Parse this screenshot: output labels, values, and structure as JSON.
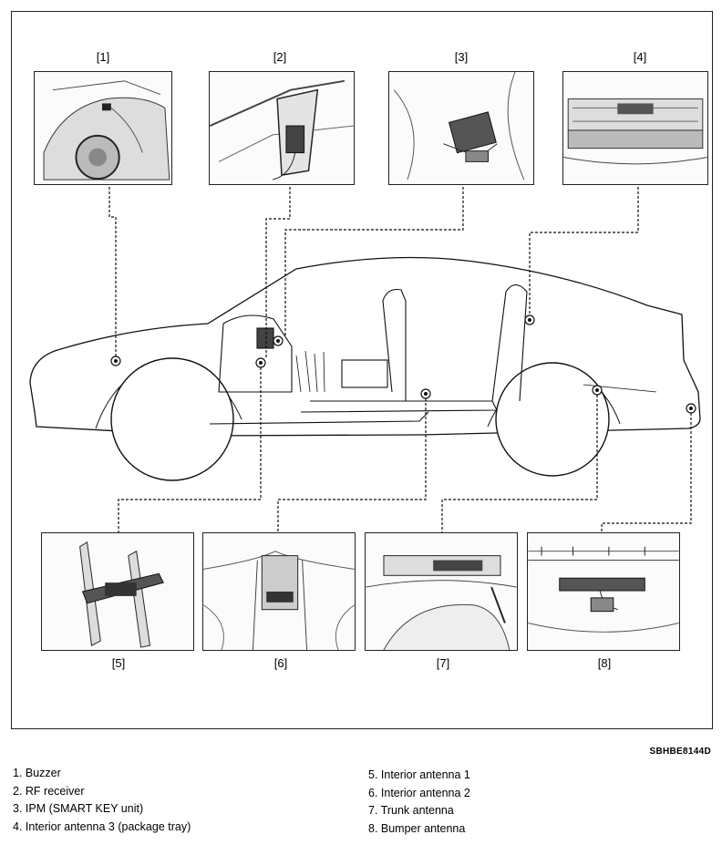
{
  "panels": {
    "p1": "[1]",
    "p2": "[2]",
    "p3": "[3]",
    "p4": "[4]",
    "p5": "[5]",
    "p6": "[6]",
    "p7": "[7]",
    "p8": "[8]"
  },
  "figure_code": "SBHBE8144D",
  "legend_left": [
    "1. Buzzer",
    "2. RF receiver",
    "3. IPM (SMART KEY unit)",
    "4. Interior antenna 3 (package tray)"
  ],
  "legend_right": [
    "5. Interior antenna 1",
    "6. Interior antenna 2",
    "7. Trunk antenna",
    "8. Bumper antenna"
  ]
}
